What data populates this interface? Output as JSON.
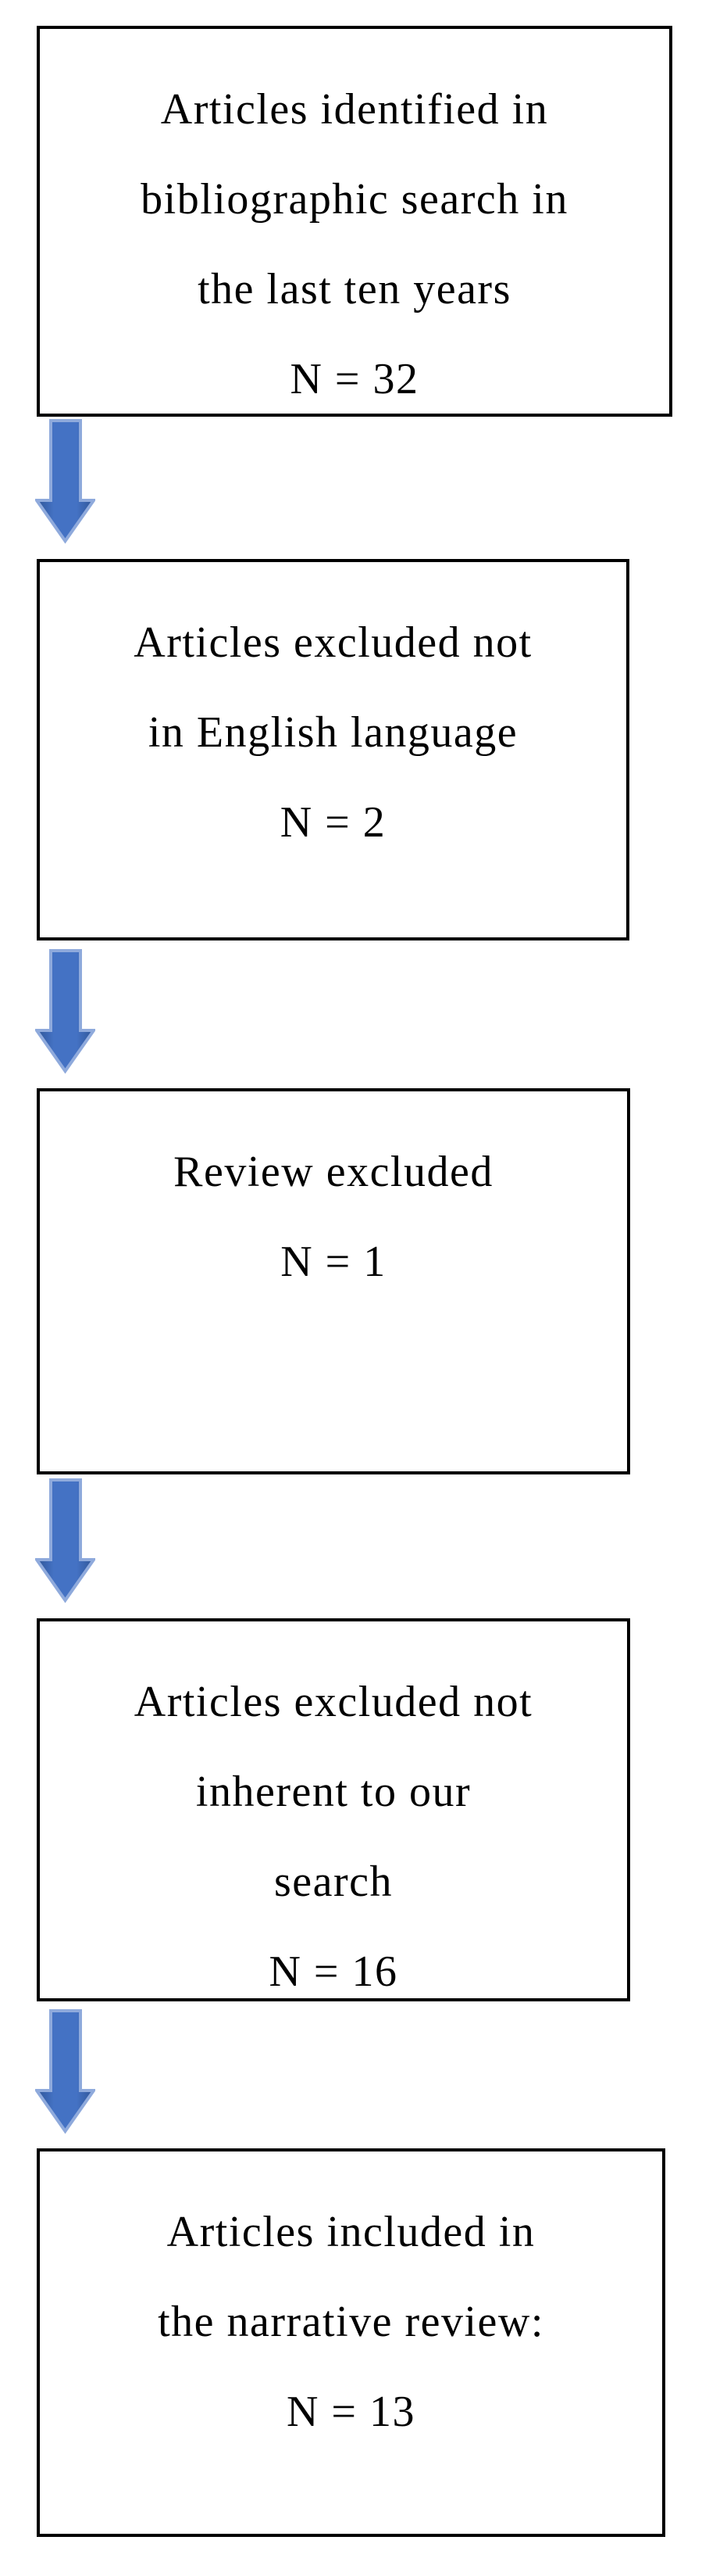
{
  "diagram_type": "flowchart",
  "colors": {
    "box_border": "#000000",
    "text": "#000000",
    "background": "#FFFFFF",
    "arrow_fill": "#4472C4",
    "arrow_fill_dark": "#2F5597",
    "arrow_outline": "#8FAADC"
  },
  "flowchart": {
    "boxes": [
      {
        "n": 32,
        "lines": [
          "Articles identified in",
          "bibliographic search in",
          "the last ten years",
          "N = 32"
        ]
      },
      {
        "n": 2,
        "lines": [
          "Articles excluded not",
          "in English language",
          "N = 2"
        ]
      },
      {
        "n": 1,
        "lines": [
          "Review excluded",
          "N = 1"
        ]
      },
      {
        "n": 16,
        "lines": [
          "Articles excluded not",
          "inherent to our",
          "search",
          "N = 16"
        ]
      },
      {
        "n": 13,
        "lines": [
          "Articles included in",
          "the narrative review:",
          "N = 13"
        ]
      }
    ],
    "arrows": [
      {
        "direction": "down"
      },
      {
        "direction": "down"
      },
      {
        "direction": "down"
      },
      {
        "direction": "down"
      }
    ]
  }
}
